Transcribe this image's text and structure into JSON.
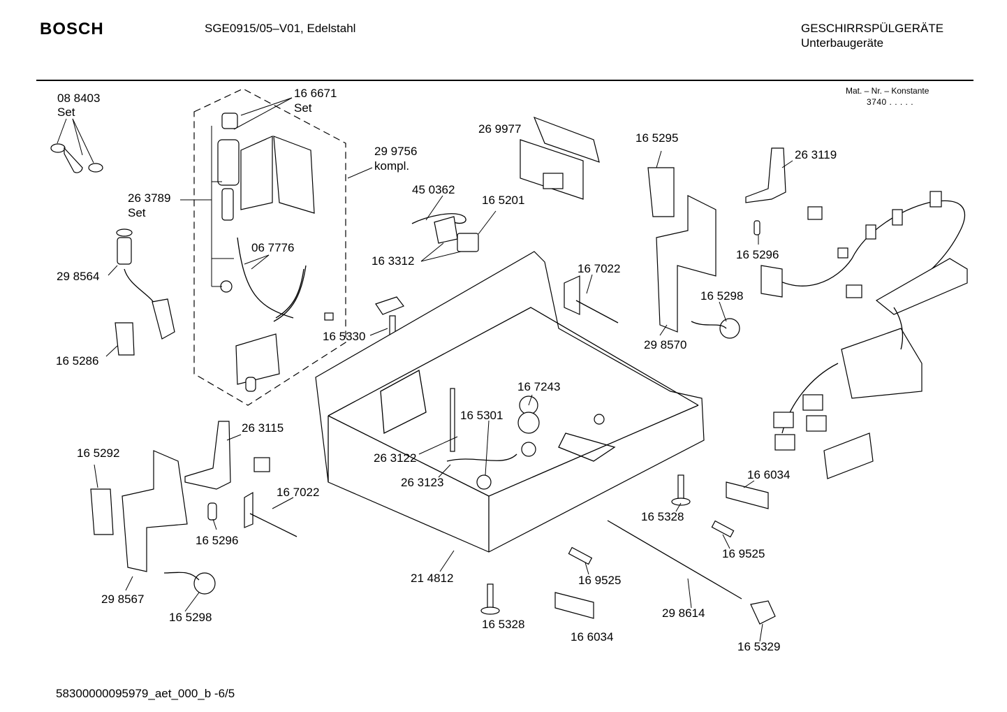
{
  "header": {
    "brand": "BOSCH",
    "model": "SGE0915/05–V01, Edelstahl",
    "category": "GESCHIRRSPÜLGERÄTE",
    "subcategory": "Unterbaugeräte",
    "mat_nr_label": "Mat. – Nr. – Konstante",
    "mat_nr_value": "3740  .  .  .  .  ."
  },
  "footer": {
    "document_id": "58300000095979_aet_000_b  -6/5"
  },
  "parts": [
    {
      "number": "08 8403",
      "note": "Set"
    },
    {
      "number": "16 6671",
      "note": "Set"
    },
    {
      "number": "26 3789",
      "note": "Set"
    },
    {
      "number": "29 9756",
      "note": "kompl."
    },
    {
      "number": "26 9977"
    },
    {
      "number": "45 0362"
    },
    {
      "number": "16 5201"
    },
    {
      "number": "16 3312"
    },
    {
      "number": "06 7776"
    },
    {
      "number": "29 8564"
    },
    {
      "number": "16 5286"
    },
    {
      "number": "16 5330"
    },
    {
      "number": "16 5295"
    },
    {
      "number": "26 3119"
    },
    {
      "number": "16 5296"
    },
    {
      "number": "16 7022"
    },
    {
      "number": "16 5298"
    },
    {
      "number": "29 8570"
    },
    {
      "number": "16 7243"
    },
    {
      "number": "16 5301"
    },
    {
      "number": "26 3115"
    },
    {
      "number": "16 5292"
    },
    {
      "number": "26 3122"
    },
    {
      "number": "26 3123"
    },
    {
      "number": "16 7022"
    },
    {
      "number": "16 5296"
    },
    {
      "number": "29 8567"
    },
    {
      "number": "16 5298"
    },
    {
      "number": "21 4812"
    },
    {
      "number": "16 5328"
    },
    {
      "number": "16 6034"
    },
    {
      "number": "16 5328"
    },
    {
      "number": "16 9525"
    },
    {
      "number": "16 9525"
    },
    {
      "number": "16 6034"
    },
    {
      "number": "29 8614"
    },
    {
      "number": "16 5329"
    }
  ]
}
